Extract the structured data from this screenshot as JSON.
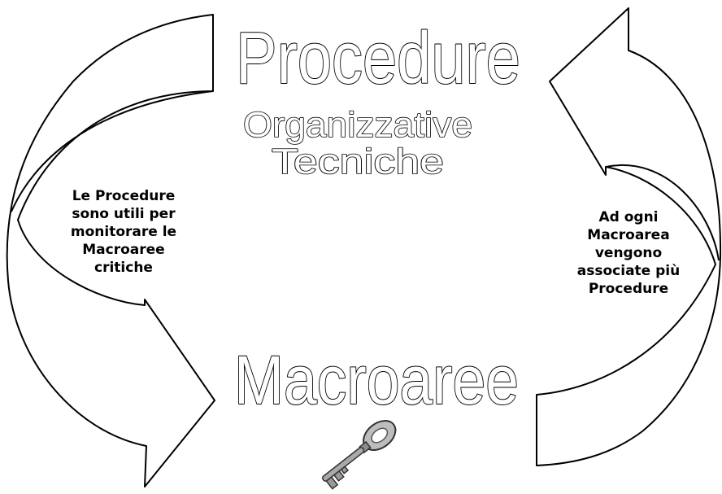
{
  "title": "Procedure",
  "subtitle_lines": [
    "Organizzative",
    "Tecniche"
  ],
  "bottom_title": "Macroaree",
  "left_note_lines": [
    "Le Procedure",
    "sono utili per",
    "monitorare le",
    "Macroaree",
    "critiche"
  ],
  "right_note_lines": [
    "Ad ogni",
    "Macroarea",
    "vengono",
    "associate più",
    "Procedure"
  ],
  "icons": {
    "key": "key-icon"
  },
  "colors": {
    "stroke": "#000000",
    "fill": "#ffffff",
    "key_metal": "#9a9a9a"
  }
}
